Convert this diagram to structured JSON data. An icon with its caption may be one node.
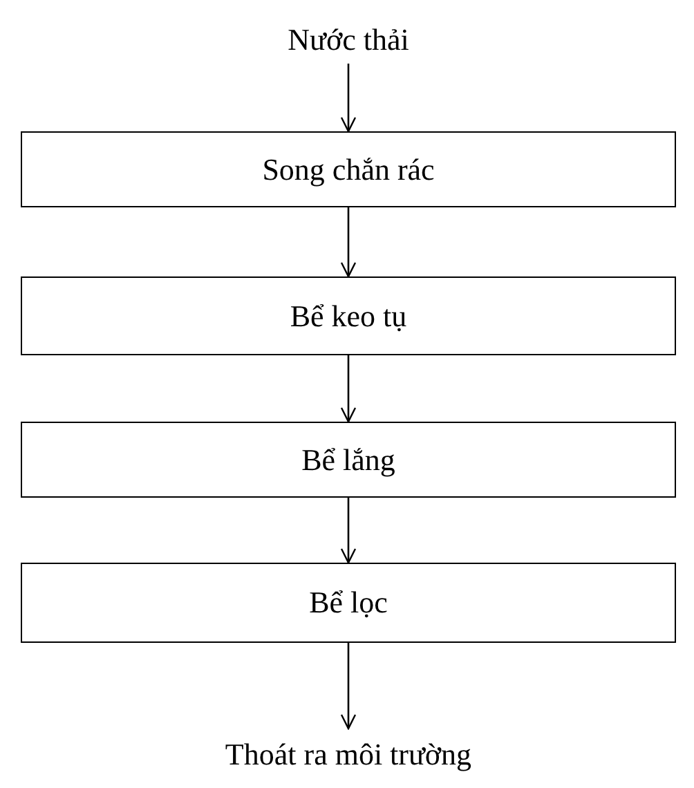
{
  "diagram": {
    "nodes": [
      {
        "text": [
          "Nước thải"
        ]
      },
      {
        "text": [
          "Song chắn rác"
        ]
      },
      {
        "text": [
          "Bể keo tụ"
        ]
      },
      {
        "text": [
          "Bể lắng"
        ]
      },
      {
        "text": [
          "Bể lọc"
        ]
      },
      {
        "text": [
          "Thoát ra môi trường"
        ]
      }
    ],
    "edges": [
      {
        "from": 0,
        "to": 1,
        "arrow": "to"
      },
      {
        "from": 1,
        "to": 2,
        "arrow": "to"
      },
      {
        "from": 2,
        "to": 3,
        "arrow": "to"
      },
      {
        "from": 3,
        "to": 4,
        "arrow": "to"
      },
      {
        "from": 4,
        "to": 5,
        "arrow": "to"
      }
    ]
  }
}
